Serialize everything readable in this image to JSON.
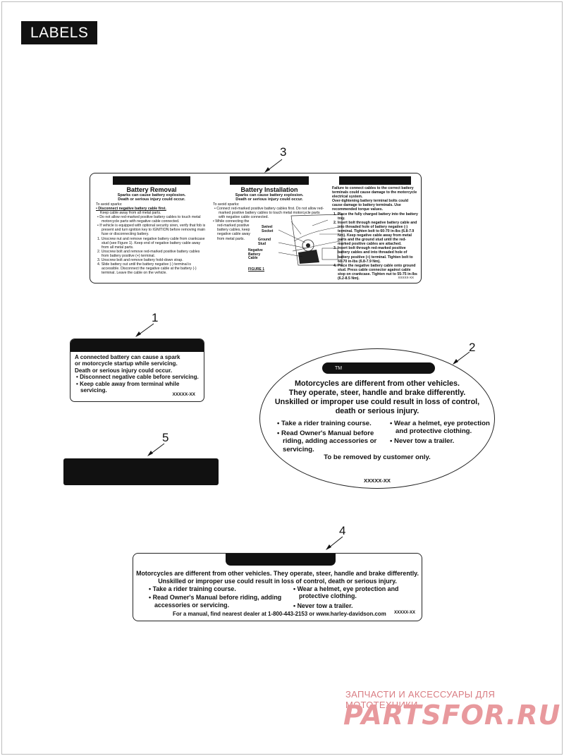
{
  "page": {
    "section_title": "LABELS"
  },
  "callouts": {
    "one": "1",
    "two": "2",
    "three": "3",
    "four": "4",
    "five": "5"
  },
  "label3": {
    "col1": {
      "heading": "Battery Removal",
      "sub1": "Sparks can cause battery explosion.",
      "sub2": "Death or serious injury could occur.",
      "intro": "To avoid sparks:",
      "l1": "• Disconnect negative battery cable first.",
      "l2": "Keep cable away from all metal parts.",
      "l3": "• Do not allow red-marked positive battery cables to touch metal motorcycle parts with negative cable connected.",
      "l4": "• If vehicle is equipped with optional security siren, verify that fob is present and turn ignition key to IGNITION before removing main fuse or disconnecting battery.",
      "s1": "1. Unscrew nut and remove negative battery cable from crankcase stud (see Figure 1). Keep end of negative battery cable away from all metal parts.",
      "s2": "2. Unscrew bolt and remove red-marked positive battery cables from battery positive (+) terminal.",
      "s3": "3. Unscrew bolt and remove battery hold-down strap.",
      "s4": "4. Slide battery out until the battery negative (-) terminal is accessible. Disconnect the negative cable at the battery (-) terminal. Leave the cable on the vehicle."
    },
    "col2": {
      "heading": "Battery Installation",
      "sub1": "Sparks can cause battery explosion.",
      "sub2": "Death or serious injury could occur.",
      "intro": "To avoid sparks:",
      "l1": "• Connect red-marked positive battery cables first. Do not allow red-marked positive battery cables to touch metal motorcycle parts with negative cable connected.",
      "l2a": "• While connecting the",
      "l2b": "red-marked positive",
      "l2c": "battery cables, keep",
      "l2d": "negative cable away",
      "l2e": "from metal parts.",
      "fig_swivel": "Swivel Socket",
      "fig_ground": "Ground Stud",
      "fig_neg": "Negative Battery Cable",
      "fig_caption": "FIGURE 1"
    },
    "col3": {
      "l1": "Failure to connect cables to the correct battery terminals could cause damage to the motorcycle electrical system.",
      "l2": "Over-tightening battery terminal bolts could cause damage to battery terminals. Use recommended torque values.",
      "s1": "1. Place the fully charged battery into the battery tray.",
      "s2": "2. Insert bolt through negative battery cable and into threaded hole of battery negative (-) terminal. Tighten bolt to 60-70 in-lbs (6.8-7.9 Nm). Keep negative cable away from metal parts and the ground stud until the red-marked positive cables are attached.",
      "s3": "3. Insert bolt through red-marked positive battery cables and into threaded hole of battery positive (+) terminal. Tighten bolt to 60-70 in-lbs (6.8-7.9 Nm).",
      "s4": "4. Place the negative battery cable onto ground stud. Press cable connector against cable stop on crankcase. Tighten nut to 55-75 in-lbs (6.2-8.5 Nm)."
    },
    "part_no": "XXXXX-XX"
  },
  "label1": {
    "line1": "A connected battery can cause a spark",
    "line2": "or motorcycle startup while servicing.",
    "line3": "Death or serious injury could occur.",
    "b1": "• Disconnect negative cable before servicing.",
    "b2": "• Keep cable away from terminal while servicing.",
    "part_no": "XXXXX-XX"
  },
  "label2": {
    "tm": "TM",
    "line1": "Motorcycles are different from other vehicles.",
    "line2": "They operate, steer, handle and brake differently.",
    "line3": "Unskilled or improper use could result in loss of control,",
    "line4": "death or serious injury.",
    "b1": "• Take a rider training course.",
    "b2": "• Read Owner's Manual before riding, adding accessories or servicing.",
    "b3": "• Wear a helmet, eye protection and protective clothing.",
    "b4": "• Never tow a trailer.",
    "removed": "To be removed by customer only.",
    "part_no": "XXXXX-XX"
  },
  "label4": {
    "line1": "Motorcycles are different from other vehicles.  They operate, steer, handle and brake differently.",
    "line2": "Unskilled or improper use could result in loss of control, death or serious injury.",
    "b1": "• Take a rider training course.",
    "b2": "• Read Owner's Manual before riding, adding accessories or servicing.",
    "b3": "• Wear a helmet, eye protection and protective clothing.",
    "b4": "• Never tow a trailer.",
    "footer": "For a manual, find nearest dealer at 1-800-443-2153 or www.harley-davidson.com",
    "part_no": "XXXXX-XX"
  },
  "watermark": {
    "line": "ЗАПЧАСТИ И АКСЕССУАРЫ ДЛЯ МОТОТЕХНИКИ",
    "logo": "PARTSFOR.RU"
  }
}
